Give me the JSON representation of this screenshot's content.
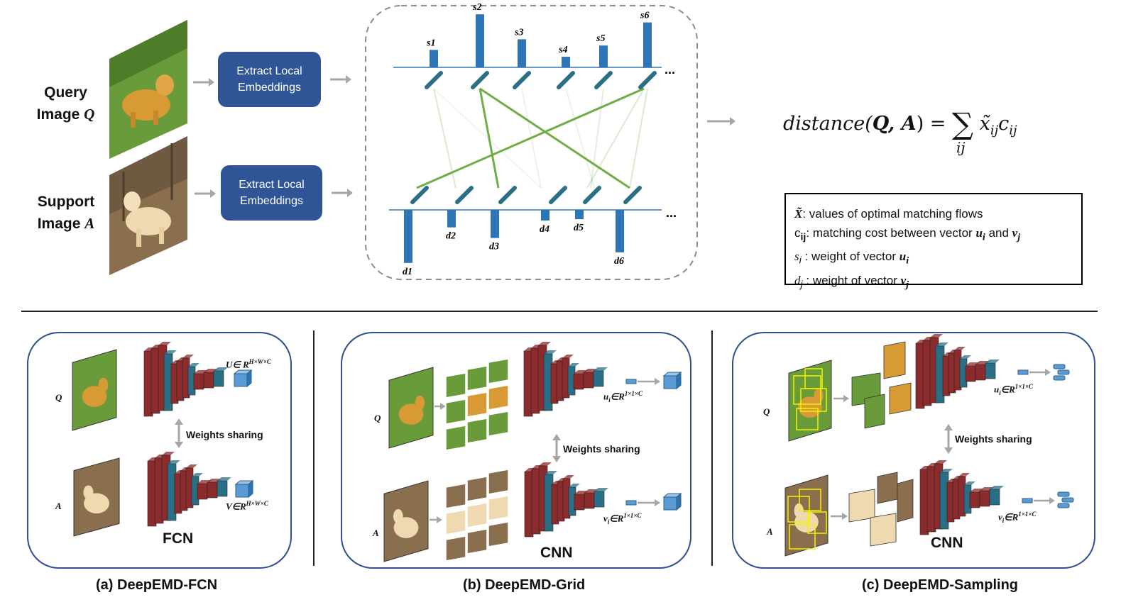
{
  "top": {
    "query_label": [
      "Query",
      "Image "
    ],
    "query_symbol": "Q",
    "support_label": [
      "Support",
      "Image "
    ],
    "support_symbol": "A",
    "extract_button_1": [
      "Extract Local",
      "Embeddings"
    ],
    "extract_button_2": [
      "Extract Local",
      "Embeddings"
    ],
    "s_labels": [
      "s1",
      "s2",
      "s3",
      "s4",
      "s5",
      "s6"
    ],
    "s_weights": [
      0.28,
      0.85,
      0.45,
      0.17,
      0.35,
      0.72
    ],
    "d_labels": [
      "d1",
      "d2",
      "d3",
      "d4",
      "d5",
      "d6"
    ],
    "d_weights": [
      0.85,
      0.28,
      0.45,
      0.17,
      0.15,
      0.68
    ],
    "ellipsis": "..."
  },
  "formula": {
    "lhs": "distance(",
    "args": "Q, A",
    "rhs_close": ") = ",
    "sum": "∑",
    "sum_sub": "ij",
    "term": "x̃",
    "term_sub": "ij",
    "cost": "c",
    "cost_sub": "ij"
  },
  "legend": {
    "line1_sym": "X̃",
    "line1_text": ": values of optimal matching flows",
    "line2_sym": "c",
    "line2_sub": "ij",
    "line2_text": ": matching cost between vector ",
    "line2_u": "u",
    "line2_u_sub": "i",
    "line2_and": " and ",
    "line2_v": "v",
    "line2_v_sub": "j",
    "line3_sym": "s",
    "line3_sub": "i",
    "line3_text": " :  weight of vector ",
    "line3_u": "u",
    "line3_u_sub": "i",
    "line4_sym": "d",
    "line4_sub": "j",
    "line4_text": " :  weight of vector ",
    "line4_v": "v",
    "line4_v_sub": "j"
  },
  "panels": [
    {
      "caption": "(a) DeepEMD-FCN",
      "q_label": "Q",
      "a_label": "A",
      "q_dim": "U∈ R",
      "q_dim_sup": "H×W×C",
      "a_dim": "V∈R",
      "a_dim_sup": "H×W×C",
      "weights_label": "Weights sharing",
      "net_label": "FCN"
    },
    {
      "caption": "(b) DeepEMD-Grid",
      "q_label": "Q",
      "a_label": "A",
      "q_dim": "u",
      "q_dim_sub": "i",
      "q_dim_rest": "∈R",
      "q_dim_sup": "1×1×C",
      "a_dim": "v",
      "a_dim_sub": "i",
      "a_dim_rest": "∈R",
      "a_dim_sup": "1×1×C",
      "weights_label": "Weights sharing",
      "net_label": "CNN"
    },
    {
      "caption": "(c) DeepEMD-Sampling",
      "q_label": "Q",
      "a_label": "A",
      "q_dim": "u",
      "q_dim_sub": "i",
      "q_dim_rest": "∈R",
      "q_dim_sup": "1×1×C",
      "a_dim": "v",
      "a_dim_sub": "i",
      "a_dim_rest": "∈R",
      "a_dim_sup": "1×1×C",
      "weights_label": "Weights sharing",
      "net_label": "CNN"
    }
  ],
  "colors": {
    "button": "#2f5597",
    "bar": "#2e75b6",
    "flow": "#70ad47",
    "net_red": "#8b2b2b",
    "net_teal": "#2b6f86",
    "panel_border": "#2f4f8f",
    "grass": "#6a9b3a",
    "dog": "#d89a35"
  }
}
